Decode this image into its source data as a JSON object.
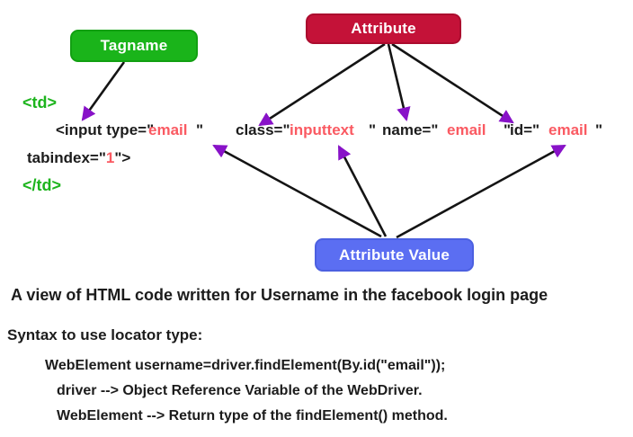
{
  "labels": {
    "tagname": "Tagname",
    "attribute": "Attribute",
    "attribute_value": "Attribute Value"
  },
  "code": {
    "open_td": "<td>",
    "input_line": [
      {
        "t": "<input type=\"",
        "c": "k"
      },
      {
        "t": "email",
        "c": "v"
      },
      {
        "t": "\"",
        "c": "k"
      },
      {
        "t": "class=\"",
        "c": "k"
      },
      {
        "t": "inputtext",
        "c": "v"
      },
      {
        "t": "\"",
        "c": "k"
      },
      {
        "t": "name=\"",
        "c": "k"
      },
      {
        "t": "email",
        "c": "v"
      },
      {
        "t": "\"",
        "c": "k"
      },
      {
        "t": "id=\"",
        "c": "k"
      },
      {
        "t": "email",
        "c": "v"
      },
      {
        "t": "\"",
        "c": "k"
      }
    ],
    "tabindex_line": [
      {
        "t": "tabindex=\"",
        "c": "k"
      },
      {
        "t": "1",
        "c": "v"
      },
      {
        "t": "\">",
        "c": "k"
      }
    ],
    "close_td": "</td>"
  },
  "caption": "A view of HTML code written for Username in the facebook login page",
  "syntax": {
    "heading": "Syntax to use locator type:",
    "lines": [
      "WebElement username=driver.findElement(By.id(\"email\"));",
      "driver --> Object Reference Variable of the WebDriver.",
      "WebElement --> Return type of the findElement() method."
    ]
  },
  "colors": {
    "tagname_bg": "#1ab41a",
    "attribute_bg": "#c41238",
    "attribute_value_bg": "#5b6ef2",
    "code_value": "#fa5a62",
    "code_tag": "#1db41d",
    "arrow_line": "#141414",
    "arrowhead": "#8812c8"
  }
}
